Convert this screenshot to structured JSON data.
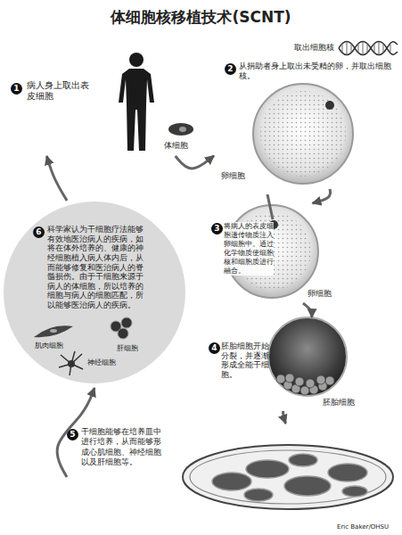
{
  "diagram": {
    "title": "体细胞核移植技术(SCNT)",
    "nodes": [
      {
        "text": [
          "1",
          "病人身上取出表皮细胞",
          "体细胞"
        ]
      },
      {
        "text": [
          "2",
          "从捐助者身上取出未受精的卵，并取出细胞核。",
          "取出细胞核",
          "卵细胞"
        ]
      },
      {
        "text": [
          "3",
          "将病人的表皮细胞遗传物质注入卵细胞中。通过化学物质使细胞核和细胞质进行融合。",
          "卵细胞"
        ]
      },
      {
        "text": [
          "4",
          "胚胎细胞开始分裂，并逐渐形成全能干细胞。",
          "胚胎细胞"
        ]
      },
      {
        "text": [
          "5",
          "干细胞能够在培养皿中进行培养，从而能够形成心肌细胞、神经细胞以及肝细胞等。"
        ]
      },
      {
        "text": [
          "6",
          "科学家认为干细胞疗法能够有效地医治病人的疾病，如将在体外培养的、健康的神经细胞植入病人体内后，从而能够修复和医治病人的脊髓损伤。由于干细胞来源于病人的体细胞，所以培养的细胞与病人的细胞匹配，所以能够医治病人的疾病。",
          "肌肉细胞",
          "肝细胞",
          "神经细胞"
        ]
      }
    ],
    "edges": [
      {
        "from": 0,
        "to": 1,
        "arrow": "to"
      },
      {
        "from": 1,
        "to": 2,
        "arrow": "to"
      },
      {
        "from": 2,
        "to": 3,
        "arrow": "to"
      },
      {
        "from": 3,
        "to": 4,
        "arrow": "to"
      },
      {
        "from": 4,
        "to": 5,
        "arrow": "to"
      },
      {
        "from": 5,
        "to": 0,
        "arrow": "to"
      }
    ],
    "labels": [
      "Eric Baker/OHSU"
    ]
  }
}
